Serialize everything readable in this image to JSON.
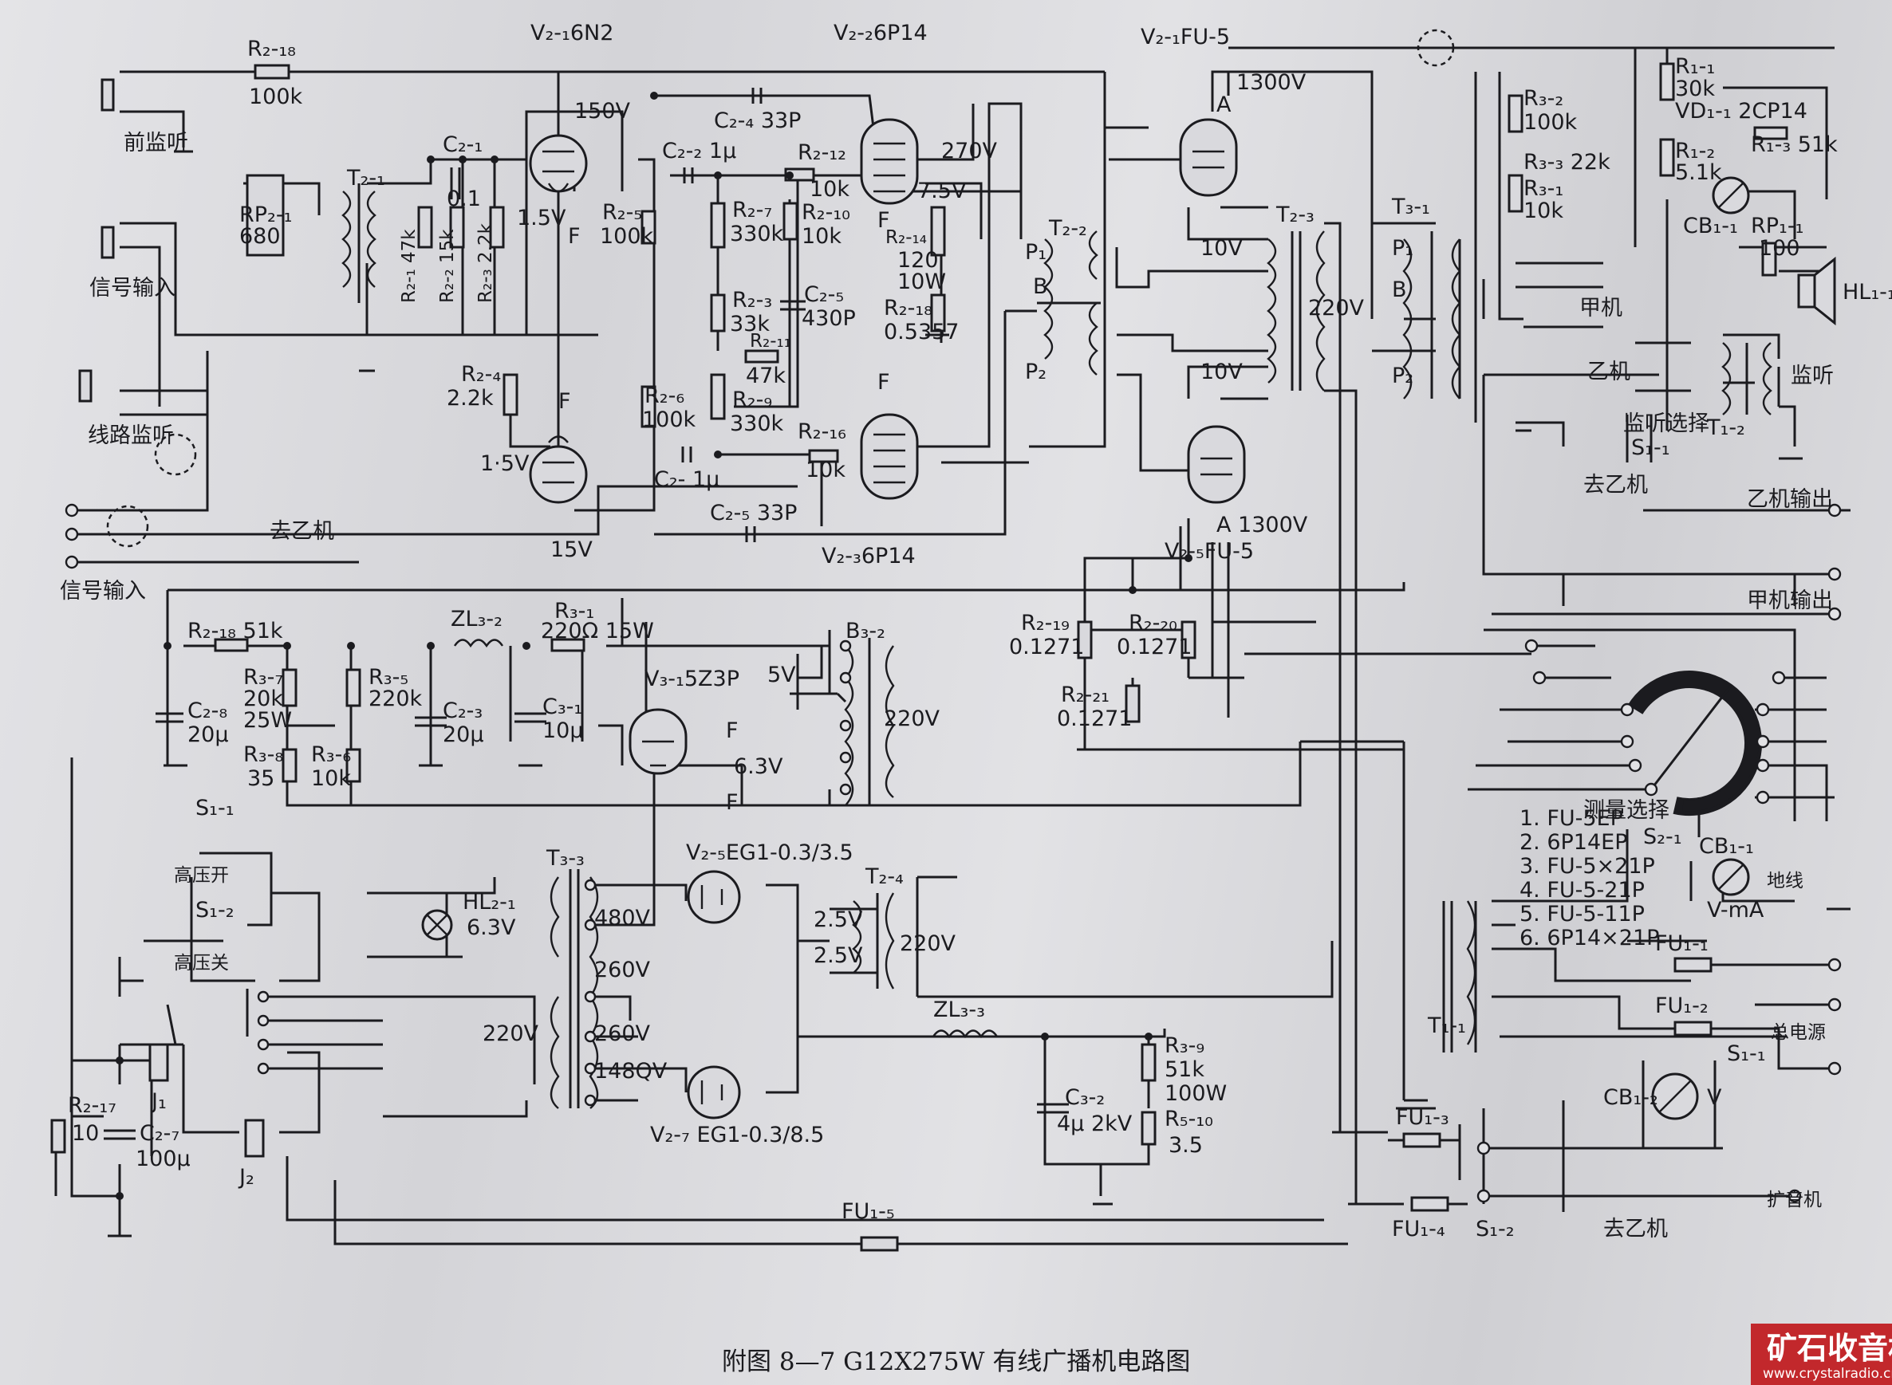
{
  "caption": "附图 8—7   G12X275W 有线广播机电路图",
  "watermark": {
    "name": "矿石收音机",
    "url": "www.crystalradio.cn"
  },
  "tubes": {
    "v21_6n2": "V₂-₁6N2",
    "v22_6p14": "V₂-₂6P14",
    "v23_6p14": "V₂-₃6P14",
    "v21_fu5": "V₂-₁FU-5",
    "v25_fu5": "V₂-₅FU-5",
    "v31_5z3p": "V₃-₁5Z3P",
    "v25_eg1": "V₂-₅EG1-0.3/3.5",
    "v27_eg1": "V₂-₇ EG1-0.3/8.5"
  },
  "inputs": {
    "front_monitor": "前监听",
    "signal_in_1": "信号输入",
    "line_monitor": "线路监听",
    "to_b_machine": "去乙机",
    "signal_in_2": "信号输入"
  },
  "outputs": {
    "to_b_1": "去乙机",
    "b_out": "乙机输出",
    "a_out": "甲机输出",
    "a_machine": "甲机",
    "b_machine": "乙机",
    "monitor_select": "监听选择",
    "monitor": "监听",
    "ground": "地线",
    "main_power": "总电源",
    "to_b_2": "去乙机",
    "amp_unit": "扩音机",
    "measure_select": "测量选择",
    "hv_on": "高压开",
    "hv_off": "高压关"
  },
  "components": {
    "r218": "R₂-₁₈",
    "r218v": "100k",
    "rp21": "RP₂-₁",
    "rp21v": "680",
    "t21": "T₂-₁",
    "c21": "C₂-₁",
    "c21v": "0.1",
    "r21": "R₂-₁ 47k",
    "r22": "R₂-₂ 15k",
    "r23": "R₂-₃ 2.2k",
    "r24": "R₂-₄",
    "r24v": "2.2k",
    "c24": "C₂-₄ 33P",
    "c221": "C₂-₂ 1μ",
    "r25": "R₂-₅",
    "r25v": "100k",
    "r27": "R₂-₇",
    "r27v": "330k",
    "r23b": "R₂-₃",
    "r23bv": "33k",
    "r211": "R₂-₁₁",
    "r211v": "47k",
    "r29": "R₂-₉",
    "r29v": "330k",
    "r26": "R₂-₆",
    "r26v": "100k",
    "c2": "C₂- 1μ",
    "c25b": "C₂-₅ 33P",
    "r212": "R₂-₁₂",
    "r212v": "10k",
    "r210": "R₂-₁₀",
    "r210v": "10k",
    "c25": "C₂-₅",
    "c25v": "430P",
    "r216": "R₂-₁₆",
    "r216v": "10k",
    "r214": "R₂-₁₄",
    "r214v1": "120",
    "r214v2": "10W",
    "r218b": "R₂-₁₈",
    "r218bv": "0.5357",
    "t22": "T₂-₂",
    "t23": "T₂-₃",
    "t31": "T₃-₁",
    "r32": "R₃-₂",
    "r32v": "100k",
    "r33": "R₃-₃ 22k",
    "r31": "R₃-₁",
    "r31v": "10k",
    "r11": "R₁-₁",
    "r11v": "30k",
    "vd11": "VD₁-₁ 2CP14",
    "r12": "R₁-₂",
    "r12v": "5.1k",
    "r13": "R₁-₃ 51k",
    "cb11": "CB₁-₁",
    "rp11": "RP₁-₁",
    "rp11v": "100",
    "hl11": "HL₁-₁",
    "t12": "T₁-₂",
    "s11": "S₁-₁",
    "r219": "R₂-₁₉",
    "r219v": "0.1271",
    "r220": "R₂-₂₀",
    "r220v": "0.1271",
    "r221": "R₂-₂₁",
    "r221v": "0.1271",
    "r218c": "R₂-₁₈ 51k",
    "zl32": "ZL₃-₂",
    "r31b": "R₃-₁",
    "r31bv": "220Ω 15W",
    "r37": "R₃-₇",
    "r37v1": "20k",
    "r37v2": "25W",
    "r35": "R₃-₅",
    "r35v": "220k",
    "c23": "C₂-₃",
    "c23v": "20μ",
    "c31": "C₃-₁",
    "c31v": "10μ",
    "c28": "C₂-₈",
    "c28v": "20μ",
    "r38": "R₃-₈",
    "r38v": "35",
    "r36": "R₃-₆",
    "r36v": "10k",
    "b32": "B₃-₂",
    "hl21": "HL₂-₁",
    "hl21v": "6.3V",
    "t33": "T₃-₃",
    "t24": "T₂-₄",
    "zl33": "ZL₃-₃",
    "c32": "C₃-₂",
    "c32v": "4μ 2kV",
    "r39": "R₃-₉",
    "r39v1": "51k",
    "r39v2": "100W",
    "r510": "R₅-₁₀",
    "r510v": "3.5",
    "s11b": "S₁-₁",
    "s12": "S₁-₂",
    "j1": "J₁",
    "j2": "J₂",
    "r217": "R₂-₁₇",
    "r217v": "10",
    "c27": "C₂-₇",
    "c27v": "100μ",
    "fu15": "FU₁-₅",
    "fu11": "FU₁-₁",
    "fu12": "FU₁-₂",
    "fu13": "FU₁-₃",
    "fu14": "FU₁-₄",
    "s12b": "S₁-₂",
    "s11c": "S₁-₁",
    "t11": "T₁-₁",
    "cb12": "CB₁-₂",
    "s21": "S₂-₁",
    "cb11b": "CB₁-₁",
    "vma": "V-mA"
  },
  "voltages": {
    "v150": "150V",
    "v1_5a": "1.5V",
    "v1_5b": "1·5V",
    "v15": "15V",
    "v270": "270V",
    "v7_5": "7.5V",
    "v1300a": "1300V",
    "v1300b": "A 1300V",
    "v10a": "10V",
    "v10b": "10V",
    "v220a": "220V",
    "v220b": "220V",
    "v5": "5V",
    "v6_3": "6.3V",
    "v480": "480V",
    "v260a": "260V",
    "v260b": "260V",
    "v1480": "148QV",
    "v2_5a": "2.5V",
    "v2_5b": "2.5V",
    "v220c": "220V",
    "v220d": "220V",
    "vv": "V"
  },
  "measure_list": [
    "1. FU-5EP",
    "2. 6P14EP",
    "3. FU-5×21P",
    "4. FU-5-21P",
    "5. FU-5-11P",
    "6. 6P14×21P"
  ],
  "pins": {
    "f": "F",
    "a": "A",
    "b": "B",
    "p1": "P₁",
    "p2": "P₂"
  }
}
